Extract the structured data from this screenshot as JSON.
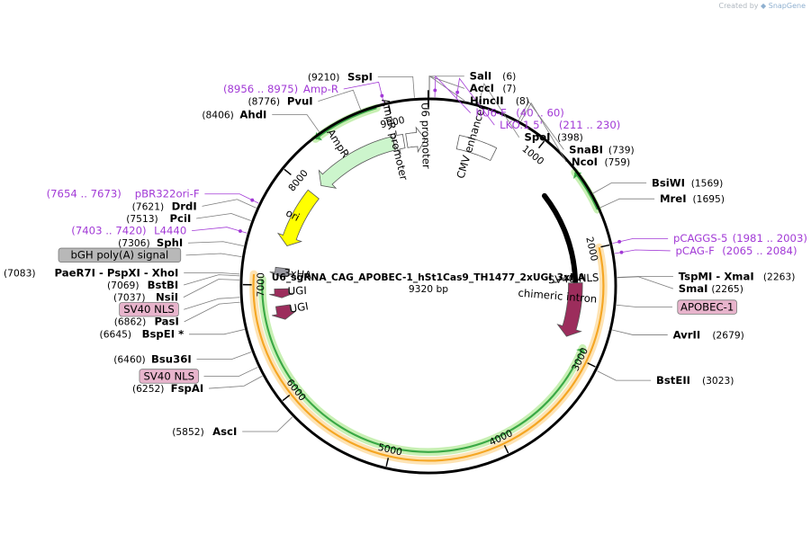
{
  "credit": {
    "prefix": "Created by",
    "brand": "SnapGene"
  },
  "plasmid": {
    "name": "U6_sgRNA_CAG_APOBEC-1_hSt1Cas9_TH1477_2xUGI_3xHA",
    "size_label": "9320 bp",
    "length": 9320
  },
  "ticks": [
    "1000",
    "2000",
    "3000",
    "4000",
    "5000",
    "6000",
    "7000",
    "8000",
    "9000"
  ],
  "sites": [
    {
      "name": "SalI",
      "pos": "(6)",
      "bp": 6,
      "side": "right"
    },
    {
      "name": "SspI",
      "pos": "(9210)",
      "bp": 9210,
      "side": "left"
    },
    {
      "name": "AccI",
      "pos": "(7)",
      "bp": 7,
      "side": "right"
    },
    {
      "name": "HincII",
      "pos": "(8)",
      "bp": 8,
      "side": "right"
    },
    {
      "name": "SpeI",
      "pos": "(398)",
      "bp": 398,
      "side": "right"
    },
    {
      "name": "SnaBI",
      "pos": "(739)",
      "bp": 739,
      "side": "right"
    },
    {
      "name": "NcoI",
      "pos": "(759)",
      "bp": 759,
      "side": "right"
    },
    {
      "name": "BsiWI",
      "pos": "(1569)",
      "bp": 1569,
      "side": "right"
    },
    {
      "name": "MreI",
      "pos": "(1695)",
      "bp": 1695,
      "side": "right"
    },
    {
      "name": "TspMI - XmaI",
      "pos": "(2263)",
      "bp": 2263,
      "side": "right"
    },
    {
      "name": "SmaI",
      "pos": "(2265)",
      "bp": 2265,
      "side": "right"
    },
    {
      "name": "AvrII",
      "pos": "(2679)",
      "bp": 2679,
      "side": "right"
    },
    {
      "name": "BstEII",
      "pos": "(3023)",
      "bp": 3023,
      "side": "right"
    },
    {
      "name": "AscI",
      "pos": "(5852)",
      "bp": 5852,
      "side": "left"
    },
    {
      "name": "FspAI",
      "pos": "(6252)",
      "bp": 6252,
      "side": "left"
    },
    {
      "name": "Bsu36I",
      "pos": "(6460)",
      "bp": 6460,
      "side": "left"
    },
    {
      "name": "BspEI *",
      "pos": "(6645)",
      "bp": 6645,
      "side": "left"
    },
    {
      "name": "PasI",
      "pos": "(6862)",
      "bp": 6862,
      "side": "left"
    },
    {
      "name": "NsiI",
      "pos": "(7037)",
      "bp": 7037,
      "side": "left"
    },
    {
      "name": "BstBI",
      "pos": "(7069)",
      "bp": 7069,
      "side": "left"
    },
    {
      "name": "PaeR7I - PspXI - XhoI",
      "pos": "(7083)",
      "bp": 7083,
      "side": "left"
    },
    {
      "name": "SphI",
      "pos": "(7306)",
      "bp": 7306,
      "side": "left"
    },
    {
      "name": "PciI",
      "pos": "(7513)",
      "bp": 7513,
      "side": "left"
    },
    {
      "name": "DrdI",
      "pos": "(7621)",
      "bp": 7621,
      "side": "left"
    },
    {
      "name": "AhdI",
      "pos": "(8406)",
      "bp": 8406,
      "side": "left"
    },
    {
      "name": "PvuI",
      "pos": "(8776)",
      "bp": 8776,
      "side": "left"
    }
  ],
  "primers": [
    {
      "name": "Amp-R",
      "pos": "(8956 .. 8975)",
      "bp": 8965,
      "side": "left"
    },
    {
      "name": "hU6-F",
      "pos": "(40 .. 60)",
      "bp": 50,
      "side": "right"
    },
    {
      "name": "LKO.1 5'",
      "pos": "(211 .. 230)",
      "bp": 220,
      "side": "right"
    },
    {
      "name": "pBR322ori-F",
      "pos": "(7654 .. 7673)",
      "bp": 7663,
      "side": "left"
    },
    {
      "name": "L4440",
      "pos": "(7403 .. 7420)",
      "bp": 7411,
      "side": "left"
    },
    {
      "name": "pCAGGS-5",
      "pos": "(1981 .. 2003)",
      "bp": 1992,
      "side": "right"
    },
    {
      "name": "pCAG-F",
      "pos": "(2065 .. 2084)",
      "bp": 2074,
      "side": "right"
    }
  ],
  "boxed_labels": [
    {
      "name": "bGH poly(A) signal",
      "bp": 7220,
      "color": "#b8b8b8"
    },
    {
      "name": "SV40 NLS",
      "bp": 6900,
      "color": "#e8b4cc"
    },
    {
      "name": "SV40 NLS",
      "bp": 6330,
      "color": "#e8b4cc"
    },
    {
      "name": "APOBEC-1",
      "bp": 2480,
      "color": "#e8b4cc"
    }
  ],
  "features": [
    {
      "name": "AmpR",
      "kind": "gene",
      "from": 8106,
      "to": 8966,
      "dir": -1,
      "color": "#ccf5cc",
      "ring": 1
    },
    {
      "name": "AmpR promoter",
      "kind": "promoter",
      "from": 8966,
      "to": 9071,
      "dir": -1,
      "color": "#ffffff",
      "ring": 1
    },
    {
      "name": "U6 promoter",
      "kind": "promoter",
      "from": 9100,
      "to": 9290,
      "dir": 1,
      "color": "#ffffff",
      "ring": 1
    },
    {
      "name": "CMV enhancer",
      "kind": "misc",
      "from": 300,
      "to": 680,
      "dir": 0,
      "color": "#ffffff",
      "ring": 1
    },
    {
      "name": "ori",
      "kind": "rep_origin",
      "from": 7400,
      "to": 7989,
      "dir": -1,
      "color": "#ffff00",
      "ring": 1
    },
    {
      "name": "chimeric intron",
      "kind": "intron",
      "from": 1350,
      "to": 2250,
      "dir": 0,
      "color": "#000000",
      "ring": 1
    },
    {
      "name": "SV40 NLS",
      "kind": "nls",
      "from": 2260,
      "to": 2290,
      "dir": 0,
      "color": "#000000",
      "ring": 1
    },
    {
      "name": "3xHA",
      "kind": "tag",
      "from": 7080,
      "to": 7170,
      "dir": -1,
      "color": "#9a9aa2",
      "ring": 1
    },
    {
      "name": "UGI",
      "kind": "cds",
      "from": 6870,
      "to": 6960,
      "dir": -1,
      "color": "#9c2d5c",
      "ring": 1
    },
    {
      "name": "UGI",
      "kind": "cds",
      "from": 6650,
      "to": 6790,
      "dir": -1,
      "color": "#9c2d5c",
      "ring": 1
    },
    {
      "name": "APOBEC-1",
      "kind": "cds",
      "from": 2300,
      "to": 2850,
      "dir": 1,
      "color": "#9c2d5c",
      "ring": 1
    }
  ],
  "ring_labels": [
    {
      "text": "AmpR",
      "bp": 8480,
      "r": 193
    },
    {
      "text": "AmpR promoter",
      "bp": 8980,
      "r": 172
    },
    {
      "text": "U6 promoter",
      "bp": 9290,
      "r": 172
    },
    {
      "text": "CMV enhancer",
      "bp": 430,
      "r": 172
    },
    {
      "text": "ori",
      "bp": 7700,
      "r": 175
    },
    {
      "text": "SV40 NLS",
      "bp": 2260,
      "r": 166
    },
    {
      "text": "chimeric intron",
      "bp": 2450,
      "r": 148
    },
    {
      "text": "3xHA",
      "bp": 7120,
      "r": 150
    },
    {
      "text": "UGI",
      "bp": 6930,
      "r": 150
    },
    {
      "text": "UGI",
      "bp": 6740,
      "r": 150
    }
  ],
  "orf_arcs": [
    {
      "from": 1350,
      "to": 1700,
      "dir": -1,
      "color": "#39a845",
      "glow": "#c8f0b4",
      "r": 212
    },
    {
      "from": 8350,
      "to": 8900,
      "dir": -1,
      "color": "#39a845",
      "glow": "#c8f0b4",
      "r": 212
    },
    {
      "from": 2000,
      "to": 7090,
      "dir": 1,
      "color": "#f5a623",
      "glow": "#fde3b4",
      "r": 200,
      "head": false
    },
    {
      "from": 2900,
      "to": 7050,
      "dir": -1,
      "color": "#39a845",
      "glow": "#c8f0b4",
      "r": 190
    }
  ],
  "colors": {
    "backbone": "#000000",
    "leader": "#7a7a7a",
    "primer": "#a23ad6"
  }
}
